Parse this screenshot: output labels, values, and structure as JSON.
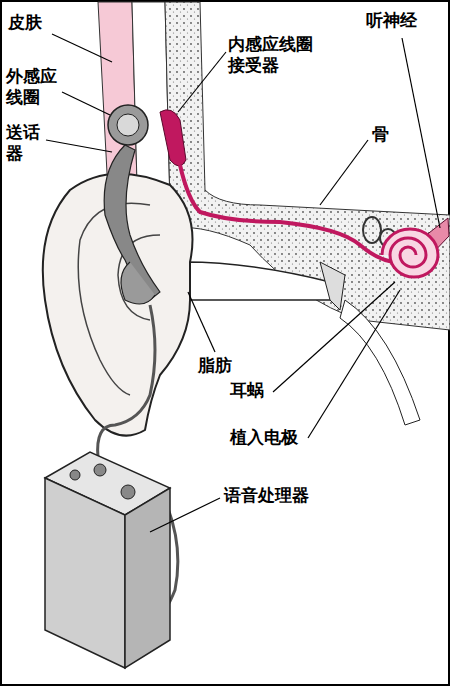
{
  "diagram": {
    "labels": [
      "皮肤",
      "听神经",
      "外感应线圈",
      "内感应线圈接受器",
      "送话器",
      "骨",
      "脂肪",
      "耳蜗",
      "植入电极",
      "语音处理器"
    ]
  }
}
